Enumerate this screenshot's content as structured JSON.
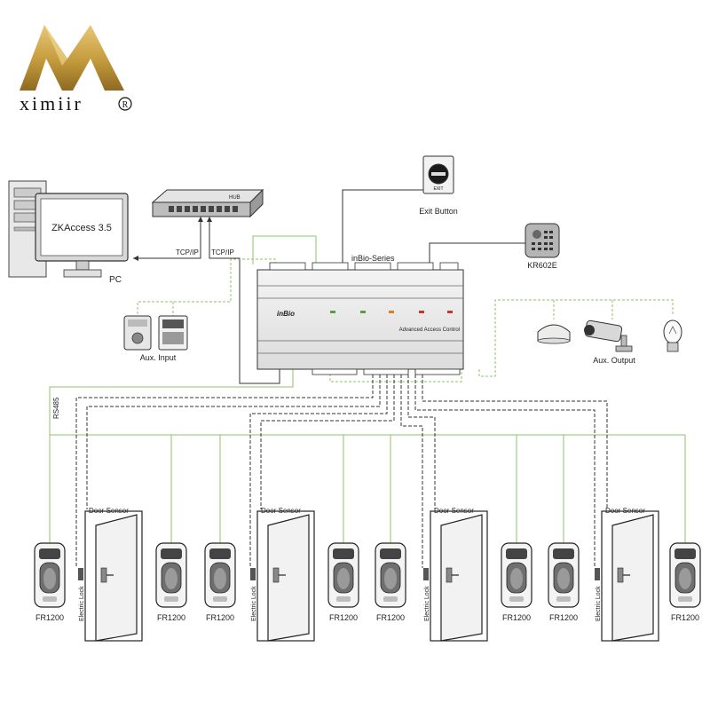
{
  "brand": {
    "name": "ximiir",
    "trademark": "R",
    "logo_color": "#c49a3c"
  },
  "pc": {
    "screen_text": "ZKAccess 3.5",
    "label": "PC"
  },
  "hub": {
    "label": "HUB"
  },
  "links": {
    "tcp_ip_pc": "TCP/IP",
    "tcp_ip_panel": "TCP/IP",
    "rs485": "RS485"
  },
  "panel": {
    "series_label": "inBio-Series",
    "brand_text": "inBio",
    "caption": "Advanced Access Control"
  },
  "exit_button": {
    "face_text": "EXIT",
    "label": "Exit Button"
  },
  "keypad": {
    "label": "KR602E"
  },
  "aux_input": {
    "label": "Aux. Input"
  },
  "aux_output": {
    "label": "Aux. Output"
  },
  "doors": [
    {
      "sensor_label": "Door Sensor",
      "lock_label": "Electric Lock"
    },
    {
      "sensor_label": "Door Sensor",
      "lock_label": "Electric Lock"
    },
    {
      "sensor_label": "Door Sensor",
      "lock_label": "Electric Lock"
    },
    {
      "sensor_label": "Door Sensor",
      "lock_label": "Electric Lock"
    }
  ],
  "readers": [
    {
      "label": "FR1200"
    },
    {
      "label": "FR1200"
    },
    {
      "label": "FR1200"
    },
    {
      "label": "FR1200"
    },
    {
      "label": "FR1200"
    },
    {
      "label": "FR1200"
    },
    {
      "label": "FR1200"
    },
    {
      "label": "FR1200"
    }
  ],
  "colors": {
    "wire_green": "#8fc26a",
    "wire_black": "#333333",
    "device_grey": "#8d8d8d"
  }
}
